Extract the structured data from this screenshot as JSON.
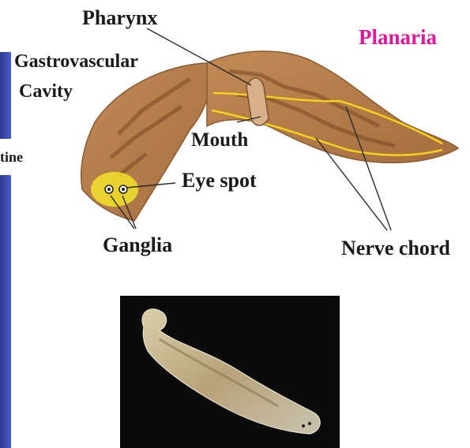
{
  "diagram": {
    "title": "Planaria",
    "title_color": "#e0179a",
    "labels": {
      "pharynx": "Pharynx",
      "gastrovascular_line1": "Gastrovascular",
      "gastrovascular_line2": "Cavity",
      "mouth": "Mouth",
      "eye_spot": "Eye spot",
      "ganglia": "Ganglia",
      "nerve_chord": "Nerve chord",
      "cropped_left": "tine"
    }
  },
  "colors": {
    "body_brown": "#b07a4a",
    "stripe_dark": "#7a4a26",
    "nerve_yellow": "#f3d21a",
    "background_photo": "#0b0b0b",
    "side_strip": "#3344b0"
  },
  "icons": [
    "planaria-illustration",
    "planaria-photograph"
  ]
}
